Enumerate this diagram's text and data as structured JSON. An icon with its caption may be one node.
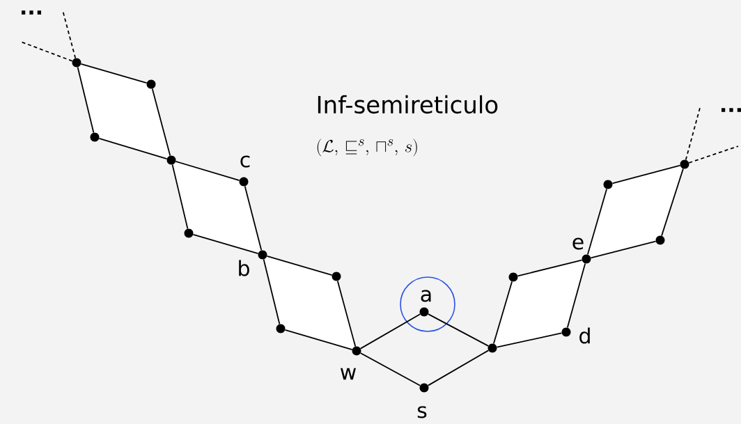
{
  "diagram": {
    "title": "Inf-semireticulo",
    "nodes": [
      {
        "text": [],
        "shape": "circle"
      },
      {
        "text": [],
        "shape": "circle"
      },
      {
        "text": [],
        "shape": "circle"
      },
      {
        "text": [],
        "shape": "circle"
      },
      {
        "text": [],
        "shape": "circle",
        "beside": [
          "c"
        ]
      },
      {
        "text": [],
        "shape": "circle"
      },
      {
        "text": [],
        "shape": "circle",
        "beside": [
          "b"
        ]
      },
      {
        "text": [],
        "shape": "circle"
      },
      {
        "text": [],
        "shape": "circle"
      },
      {
        "text": [],
        "shape": "circle",
        "beside": [
          "w"
        ]
      },
      {
        "text": [],
        "shape": "circle",
        "beside": [
          "a"
        ]
      },
      {
        "text": [],
        "shape": "circle",
        "beside": [
          "s"
        ]
      },
      {
        "text": [],
        "shape": "circle"
      },
      {
        "text": [],
        "shape": "circle"
      },
      {
        "text": [],
        "shape": "circle",
        "beside": [
          "d"
        ]
      },
      {
        "text": [],
        "shape": "circle",
        "beside": [
          "e"
        ]
      },
      {
        "text": [],
        "shape": "circle"
      },
      {
        "text": [],
        "shape": "circle"
      },
      {
        "text": [],
        "shape": "circle"
      }
    ],
    "edges": [
      {
        "from": 0,
        "to": 1,
        "arrow": "none"
      },
      {
        "from": 0,
        "to": 2,
        "arrow": "none"
      },
      {
        "from": 1,
        "to": 3,
        "arrow": "none"
      },
      {
        "from": 2,
        "to": 3,
        "arrow": "none"
      },
      {
        "from": 3,
        "to": 4,
        "arrow": "none"
      },
      {
        "from": 3,
        "to": 5,
        "arrow": "none"
      },
      {
        "from": 4,
        "to": 6,
        "arrow": "none"
      },
      {
        "from": 5,
        "to": 6,
        "arrow": "none"
      },
      {
        "from": 6,
        "to": 7,
        "arrow": "none"
      },
      {
        "from": 6,
        "to": 8,
        "arrow": "none"
      },
      {
        "from": 7,
        "to": 9,
        "arrow": "none"
      },
      {
        "from": 8,
        "to": 9,
        "arrow": "none"
      },
      {
        "from": 9,
        "to": 10,
        "arrow": "none"
      },
      {
        "from": 9,
        "to": 11,
        "arrow": "none"
      },
      {
        "from": 10,
        "to": 12,
        "arrow": "none"
      },
      {
        "from": 11,
        "to": 12,
        "arrow": "none"
      },
      {
        "from": 12,
        "to": 13,
        "arrow": "none"
      },
      {
        "from": 12,
        "to": 14,
        "arrow": "none"
      },
      {
        "from": 13,
        "to": 15,
        "arrow": "none"
      },
      {
        "from": 14,
        "to": 15,
        "arrow": "none"
      },
      {
        "from": 15,
        "to": 16,
        "arrow": "none"
      },
      {
        "from": 15,
        "to": 17,
        "arrow": "none"
      },
      {
        "from": 16,
        "to": 18,
        "arrow": "none"
      },
      {
        "from": 17,
        "to": 18,
        "arrow": "none"
      },
      {
        "from": 0,
        "to": null,
        "arrow": "none",
        "style": "dashed"
      },
      {
        "from": 0,
        "to": null,
        "arrow": "none",
        "style": "dashed"
      },
      {
        "from": 18,
        "to": null,
        "arrow": "none",
        "style": "dashed"
      },
      {
        "from": 18,
        "to": null,
        "arrow": "none",
        "style": "dashed"
      }
    ],
    "labels": [
      "(\\mathcal{L},\\, \\sqsubseteq^{s},\\, \\sqcap^{s},\\, s)",
      "...",
      "..."
    ]
  }
}
